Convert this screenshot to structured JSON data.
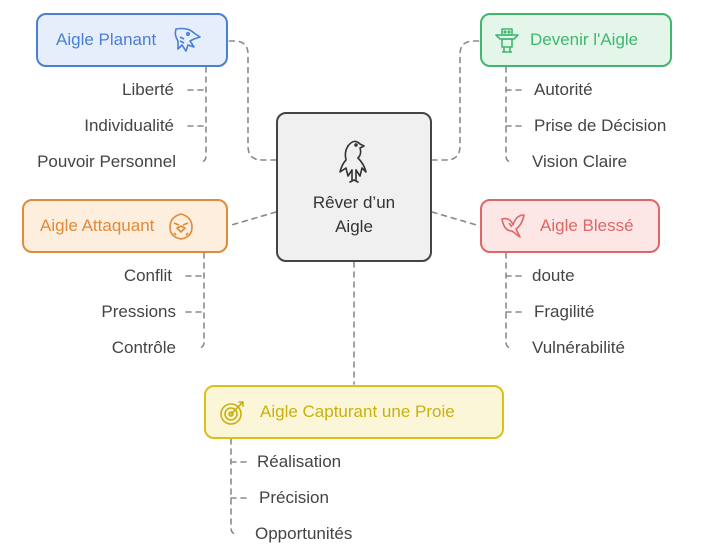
{
  "center": {
    "label_line1": "Rêver d’un",
    "label_line2": "Aigle",
    "icon": "eagle-icon"
  },
  "branches": {
    "planant": {
      "title": "Aigle Planant",
      "icon": "eagle-head-icon",
      "color": "#4a7fd4",
      "fill": "#e6eefb",
      "items": [
        "Liberté",
        "Individualité",
        "Pouvoir Personnel"
      ]
    },
    "devenir": {
      "title": "Devenir l'Aigle",
      "icon": "totem-icon",
      "color": "#3fb76e",
      "fill": "#e4f6ea",
      "items": [
        "Autorité",
        "Prise de Décision",
        "Vision Claire"
      ]
    },
    "attaquant": {
      "title": "Aigle Attaquant",
      "icon": "angry-eagle-icon",
      "color": "#e08a3a",
      "fill": "#fdeedd",
      "items": [
        "Conflit",
        "Pressions",
        "Contrôle"
      ]
    },
    "blesse": {
      "title": "Aigle Blessé",
      "icon": "wounded-bird-icon",
      "color": "#e06666",
      "fill": "#fce6e6",
      "items": [
        "doute",
        "Fragilité",
        "Vulnérabilité"
      ]
    },
    "capturant": {
      "title": "Aigle Capturant une Proie",
      "icon": "target-icon",
      "color": "#d8c21a",
      "fill": "#fbf6d8",
      "items": [
        "Réalisation",
        "Précision",
        "Opportunités"
      ]
    }
  }
}
